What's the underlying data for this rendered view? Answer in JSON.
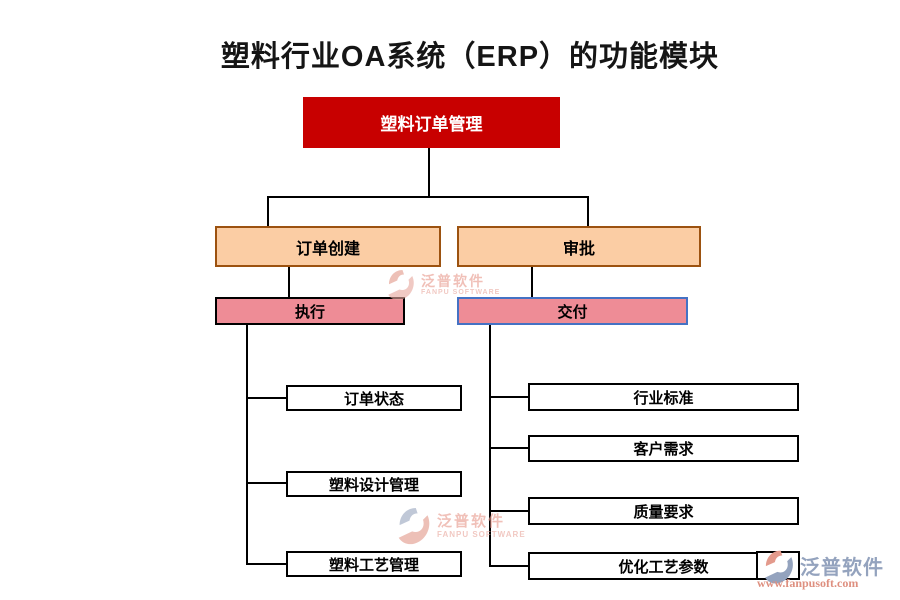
{
  "title": {
    "text": "塑料行业OA系统（ERP）的功能模块"
  },
  "diagram": {
    "root": "塑料订单管理",
    "level2": [
      "订单创建",
      "审批"
    ],
    "level3": [
      "执行",
      "交付"
    ],
    "left_branch": [
      "订单状态",
      "塑料设计管理",
      "塑料工艺管理"
    ],
    "right_branch": [
      "行业标准",
      "客户需求",
      "质量要求",
      "优化工艺参数"
    ]
  },
  "watermark": {
    "brand": "泛普软件",
    "brand_en": "FANPU SOFTWARE"
  },
  "footer_logo": {
    "brand": "泛普软件",
    "url": "www.fanpusoft.com"
  },
  "colors": {
    "root_fill": "#C80000",
    "level2_fill": "#FBCDA4",
    "level2_border": "#9C5210",
    "level3_fill": "#EE8C96",
    "level3_border_left": "#000000",
    "level3_border_right": "#4472C4",
    "leaf_border": "#000000",
    "line": "#000000",
    "logo_blue": "#94A3BE",
    "logo_salmon": "#DE8F7F"
  }
}
